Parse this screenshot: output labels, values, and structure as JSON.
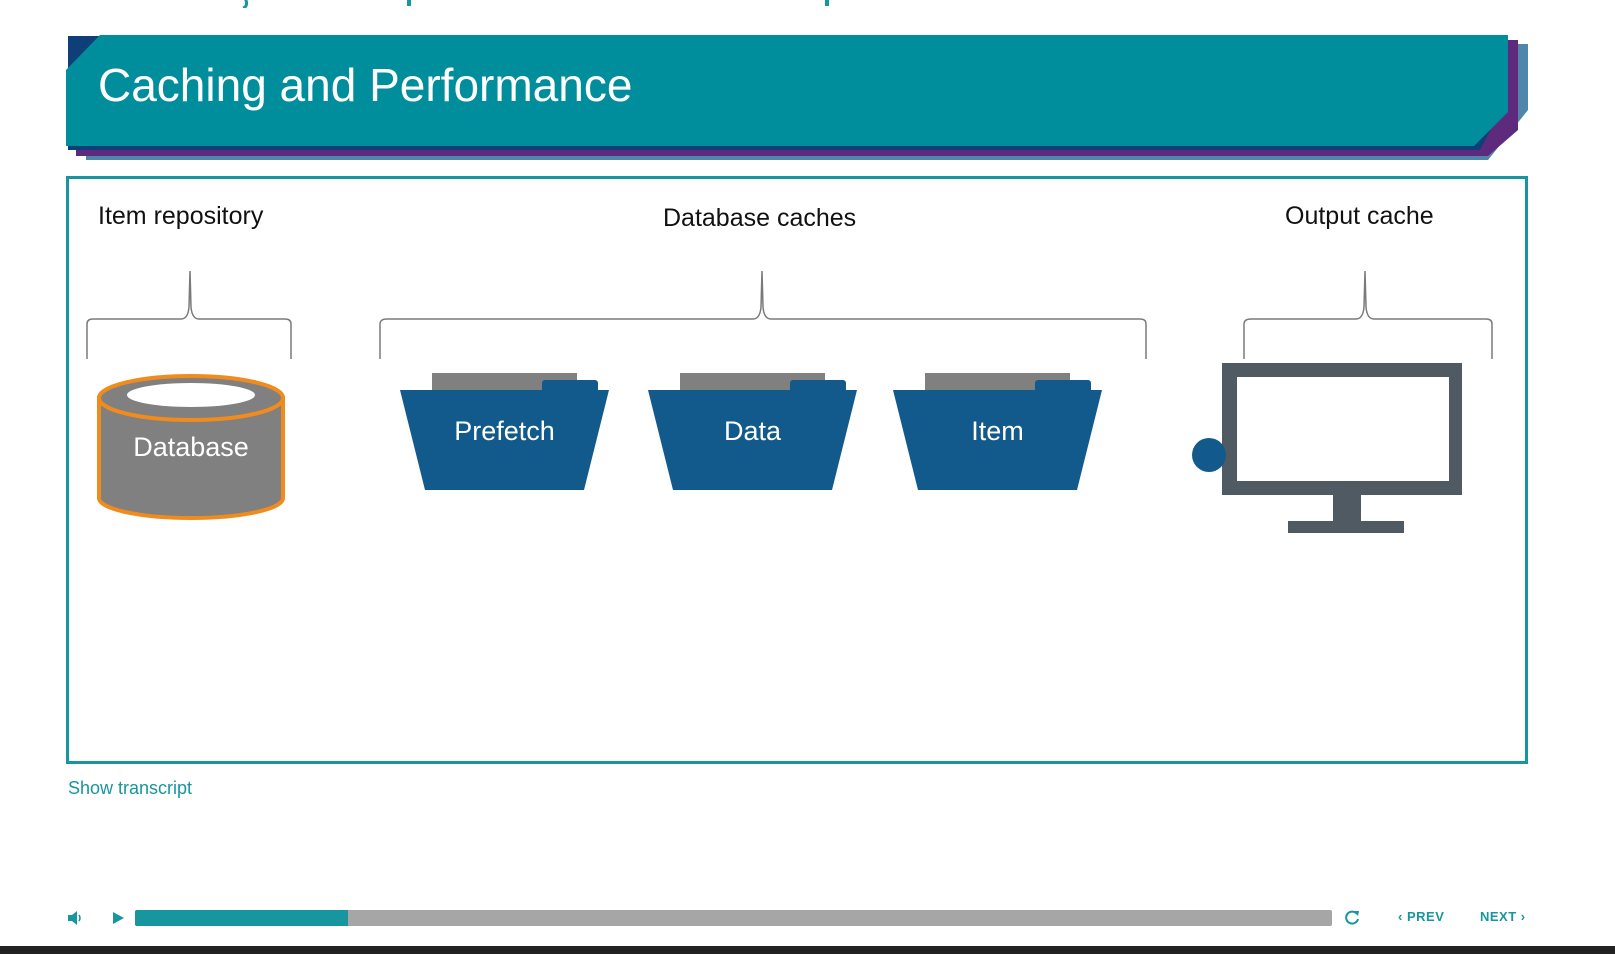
{
  "slide": {
    "title": "Caching and Performance",
    "sections": {
      "item_repository": "Item repository",
      "database_caches": "Database caches",
      "output_cache": "Output cache"
    },
    "nodes": {
      "database": "Database",
      "prefetch": "Prefetch",
      "data": "Data",
      "item": "Item"
    }
  },
  "links": {
    "show_transcript": "Show transcript"
  },
  "player": {
    "progress": 0.178,
    "prev_label": "PREV",
    "next_label": "NEXT",
    "icons": {
      "volume": "volume-icon",
      "play": "play-icon",
      "replay": "replay-icon",
      "prev": "chevron-left-icon",
      "next": "chevron-right-icon"
    }
  },
  "colors": {
    "teal": "#17969f",
    "header_teal": "#008e9c",
    "folder_blue": "#135a8c",
    "db_orange": "#f08b1e",
    "db_gray": "#808080",
    "monitor_gray": "#505a63"
  }
}
